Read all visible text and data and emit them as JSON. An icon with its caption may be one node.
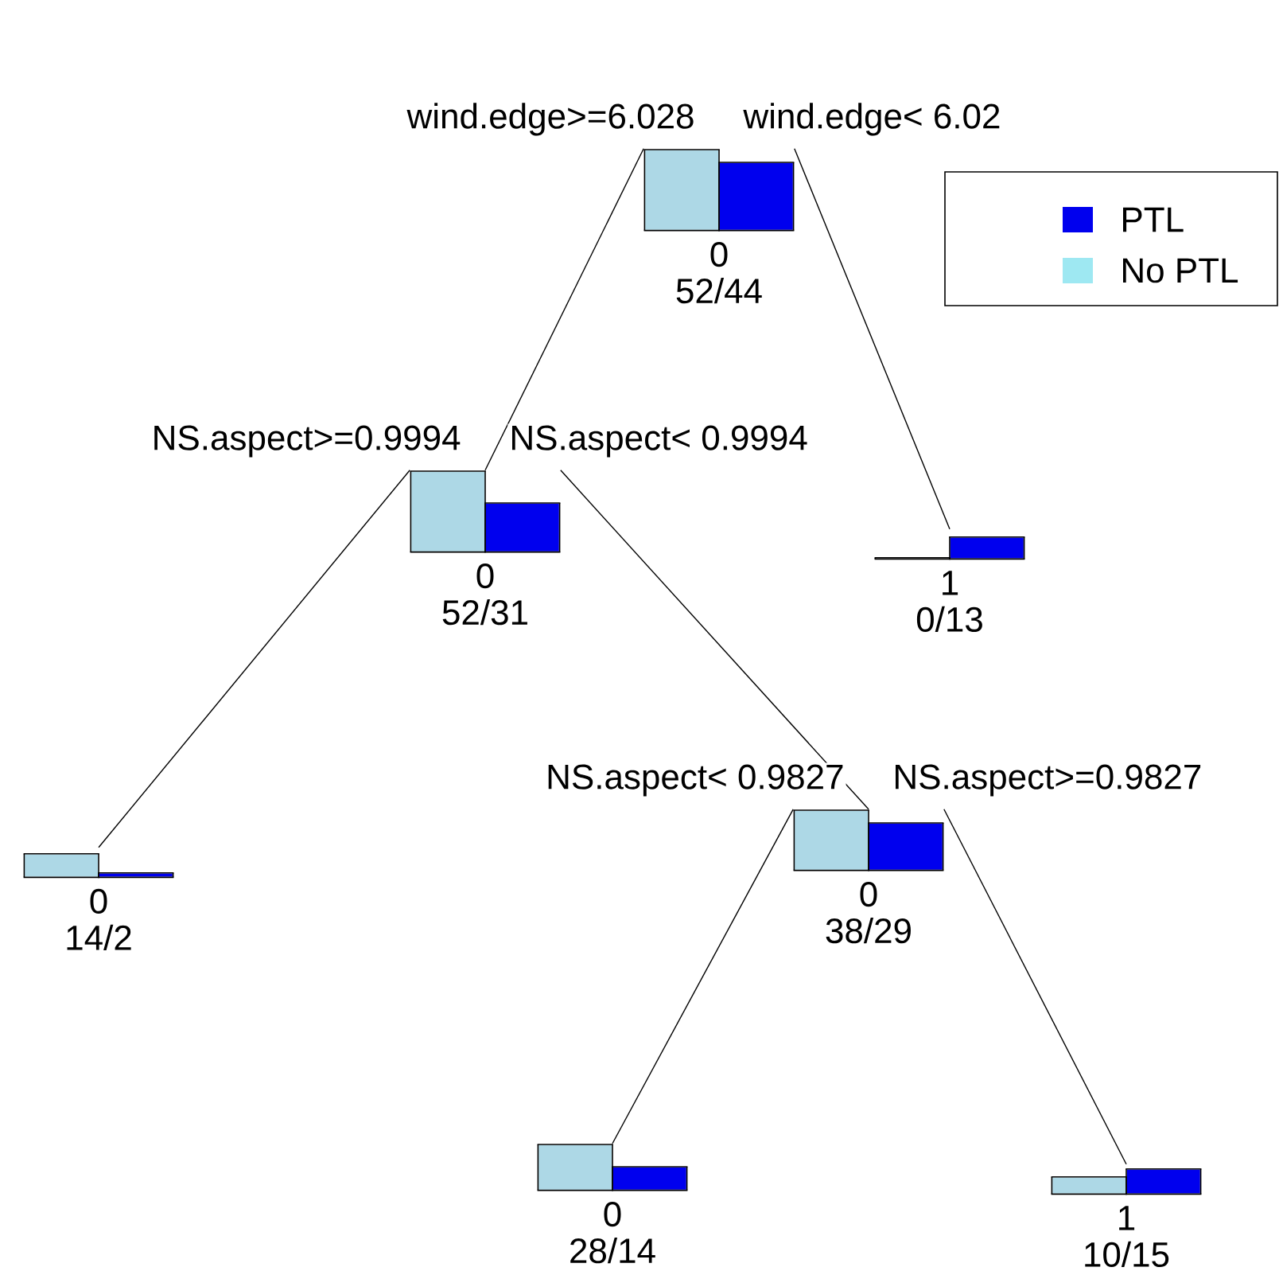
{
  "diagram": {
    "nodes": [
      {
        "text": [
          "0",
          "52/44"
        ]
      },
      {
        "text": [
          "0",
          "52/31"
        ]
      },
      {
        "text": [
          "1",
          "0/13"
        ]
      },
      {
        "text": [
          "0",
          "14/2"
        ]
      },
      {
        "text": [
          "0",
          "38/29"
        ]
      },
      {
        "text": [
          "0",
          "28/14"
        ]
      },
      {
        "text": [
          "1",
          "10/15"
        ]
      }
    ],
    "edges": [
      {
        "from": 0,
        "to": 1,
        "arrow": "none",
        "label": "wind.edge>=6.028"
      },
      {
        "from": 0,
        "to": 2,
        "arrow": "none",
        "label": "wind.edge< 6.02"
      },
      {
        "from": 1,
        "to": 3,
        "arrow": "none",
        "label": "NS.aspect>=0.9994"
      },
      {
        "from": 1,
        "to": 4,
        "arrow": "none",
        "label": "NS.aspect< 0.9994"
      },
      {
        "from": 4,
        "to": 5,
        "arrow": "none",
        "label": "NS.aspect< 0.9827"
      },
      {
        "from": 4,
        "to": 6,
        "arrow": "none",
        "label": "NS.aspect>=0.9827"
      }
    ],
    "legend": [
      {
        "text": "PTL",
        "color": "#0000ee"
      },
      {
        "text": "No PTL",
        "color": "#9ee8f2"
      }
    ]
  }
}
